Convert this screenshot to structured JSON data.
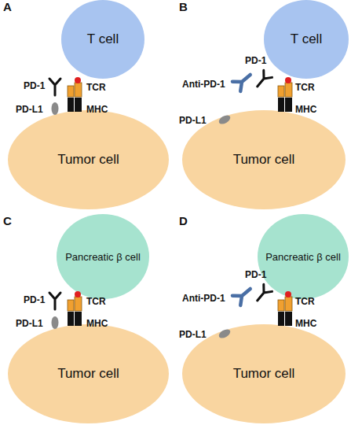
{
  "diagram": {
    "nodes": [
      {
        "text": [
          "T cell"
        ]
      },
      {
        "text": [
          "Tumor cell"
        ]
      },
      {
        "text": [
          "T cell"
        ]
      },
      {
        "text": [
          "Tumor cell"
        ]
      },
      {
        "text": [
          "Pancreatic β cell"
        ]
      },
      {
        "text": [
          "Tumor cell"
        ]
      },
      {
        "text": [
          "Pancreatic β cell"
        ]
      },
      {
        "text": [
          "Tumor cell"
        ]
      }
    ],
    "labels": [
      "A",
      "PD-1",
      "PD-L1",
      "TCR",
      "MHC",
      "B",
      "PD-1",
      "Anti-PD-1",
      "TCR",
      "MHC",
      "PD-L1",
      "C",
      "PD-1",
      "PD-L1",
      "TCR",
      "MHC",
      "D",
      "PD-1",
      "Anti-PD-1",
      "TCR",
      "MHC",
      "PD-L1"
    ]
  }
}
